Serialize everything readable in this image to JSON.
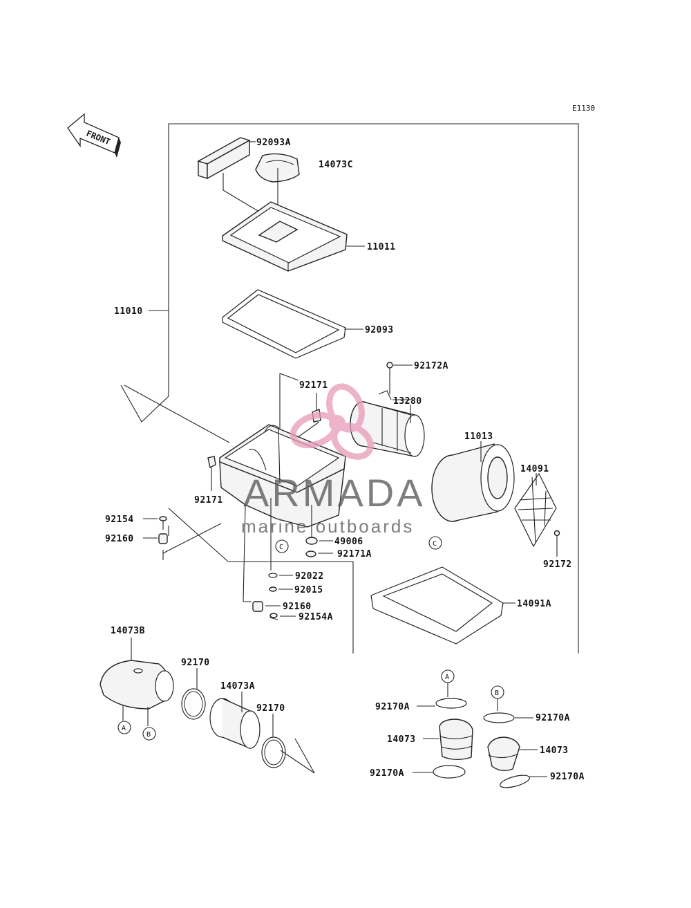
{
  "diagram_code": "E1130",
  "front_label": "FRONT",
  "watermark": {
    "brand": "ARMADA",
    "tagline": "marine outboards",
    "logo_color": "#e89ab8"
  },
  "part_labels": {
    "p92093A": "92093A",
    "p14073C": "14073C",
    "p11011": "11011",
    "p11010": "11010",
    "p92093": "92093",
    "p92172A": "92172A",
    "p92171_top": "92171",
    "p13280": "13280",
    "p11013": "11013",
    "p14091": "14091",
    "p92171_left": "92171",
    "p92154": "92154",
    "p92160": "92160",
    "p49006": "49006",
    "p92171A": "92171A",
    "p92172": "92172",
    "p92022": "92022",
    "p92015": "92015",
    "p92160_b": "92160",
    "p92154A": "92154A",
    "p14091A": "14091A",
    "p14073B": "14073B",
    "p92170_a": "92170",
    "p14073A": "14073A",
    "p92170_b": "92170",
    "p92170A_1": "92170A",
    "p14073_1": "14073",
    "p92170A_2": "92170A",
    "p92170A_3": "92170A",
    "p14073_2": "14073",
    "p92170A_4": "92170A"
  },
  "ref_markers": {
    "c1": "C",
    "c2": "C",
    "a1": "A",
    "b1": "B",
    "a2": "A",
    "b2": "B"
  }
}
